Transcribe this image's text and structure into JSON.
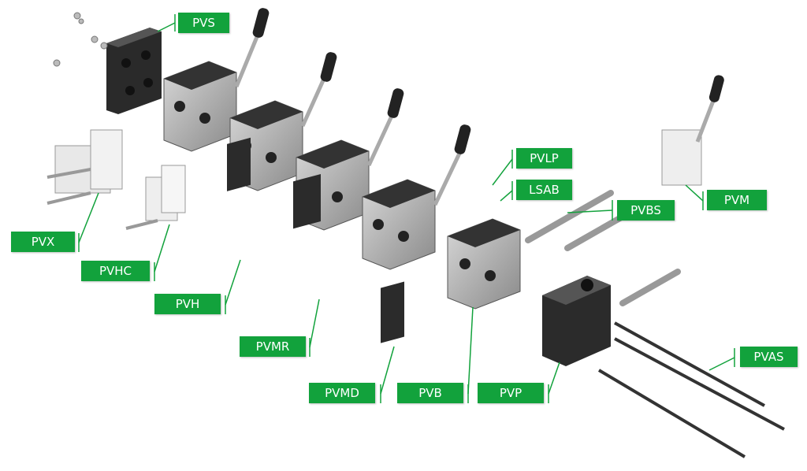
{
  "accent_color": "#12a23c",
  "labels": {
    "pvs": "PVS",
    "pvx": "PVX",
    "pvhc": "PVHC",
    "pvh": "PVH",
    "pvmr": "PVMR",
    "pvmd": "PVMD",
    "pvb": "PVB",
    "pvp": "PVP",
    "pvas": "PVAS",
    "pvbs": "PVBS",
    "pvm": "PVM",
    "pvlp": "PVLP",
    "lsab": "LSAB"
  }
}
